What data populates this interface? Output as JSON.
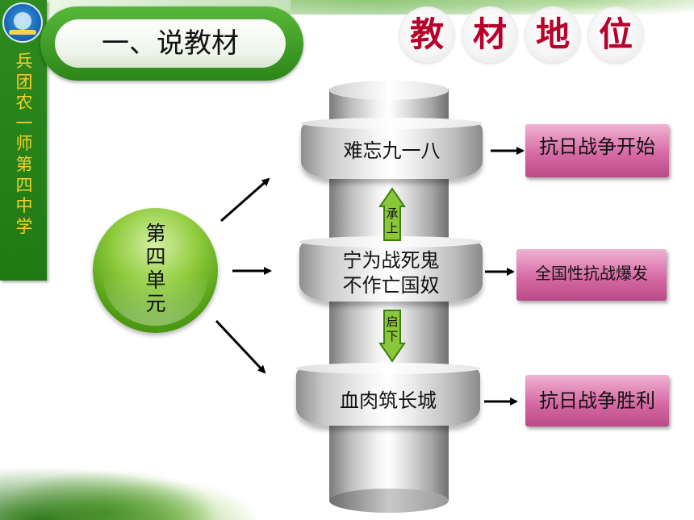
{
  "school": {
    "name_chars": [
      "兵",
      "团",
      "农",
      "一",
      "师",
      "第",
      "四",
      "中",
      "学"
    ]
  },
  "title": "一、说教材",
  "badges": [
    "教",
    "材",
    "地",
    "位"
  ],
  "unit": {
    "chars": [
      "第",
      "四",
      "单",
      "元"
    ]
  },
  "lessons": [
    {
      "lines": [
        "难忘九一八"
      ]
    },
    {
      "lines": [
        "宁为战死鬼",
        "不作亡国奴"
      ]
    },
    {
      "lines": [
        "血肉筑长城"
      ]
    }
  ],
  "connectors": [
    {
      "chars": [
        "承",
        "上"
      ],
      "direction": "up"
    },
    {
      "chars": [
        "启",
        "下"
      ],
      "direction": "down"
    }
  ],
  "results": [
    "抗日战争开始",
    "全国性抗战爆发",
    "抗日战争胜利"
  ],
  "colors": {
    "school_bar": "#2f8a1f",
    "school_text": "#f3d22a",
    "badge_text": "#b7002a",
    "result_box": "#d76aa5",
    "orb_green": "#8fcb3c",
    "arrow": "#000000"
  }
}
